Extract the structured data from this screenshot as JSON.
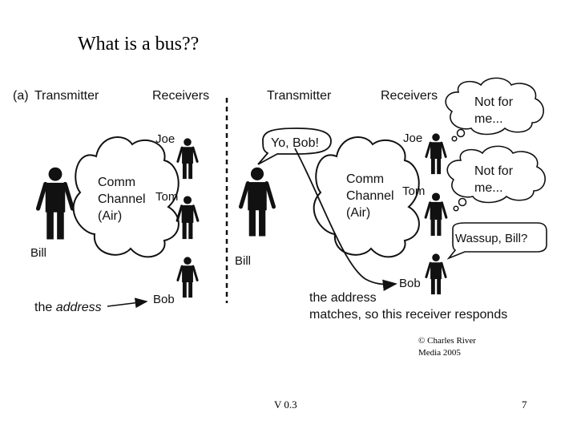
{
  "slide": {
    "title": "What is a bus??",
    "copyright": "© Charles River Media 2005",
    "version": "V 0.3",
    "page": "7"
  },
  "figure": {
    "left": {
      "panel_label": "(a)",
      "transmitter": "Transmitter",
      "receivers": "Receivers",
      "channel": [
        "Comm",
        "Channel",
        "(Air)"
      ],
      "sender": "Bill",
      "receiver_names": [
        "Joe",
        "Tom",
        "Bob"
      ],
      "address_note_prefix": "the",
      "address_note_em": "address"
    },
    "right": {
      "transmitter": "Transmitter",
      "receivers": "Receivers",
      "channel": [
        "Comm",
        "Channel",
        "(Air)"
      ],
      "sender": "Bill",
      "receiver_names": [
        "Joe",
        "Tom",
        "Bob"
      ],
      "speech_sender": "Yo, Bob!",
      "thought_joe": [
        "Not for",
        "me..."
      ],
      "thought_tom": [
        "Not for",
        "me..."
      ],
      "speech_bob": "Wassup, Bill?",
      "match_note": [
        "the address",
        "matches, so this receiver responds"
      ]
    }
  }
}
